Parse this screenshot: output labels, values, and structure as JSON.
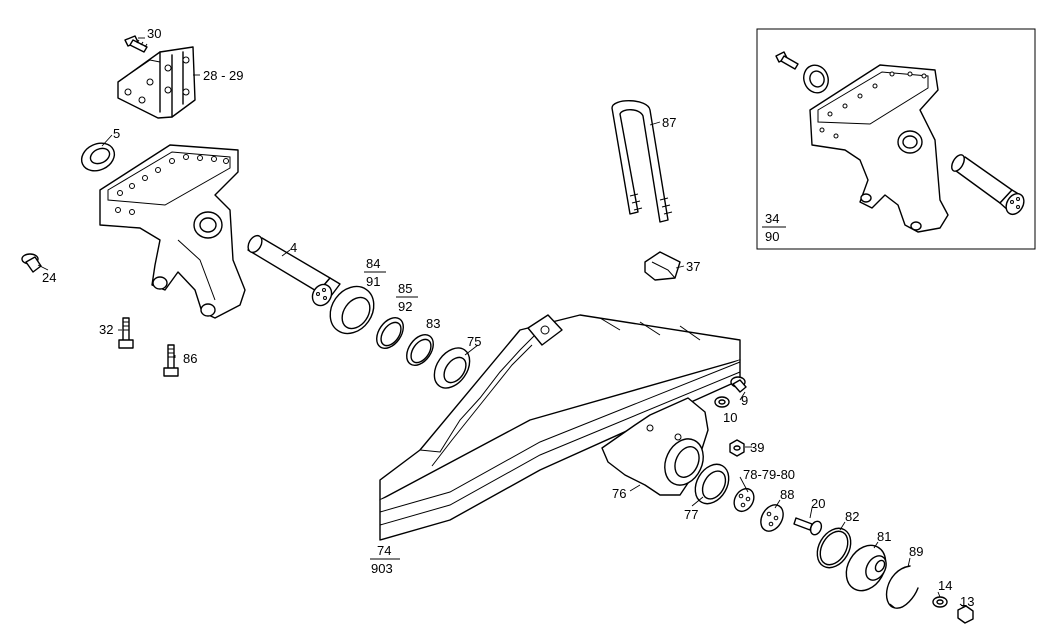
{
  "labels": {
    "p30": "30",
    "p28_29": "28 - 29",
    "p5": "5",
    "p24": "24",
    "p4": "4",
    "p84": "84",
    "p91": "91",
    "p85": "85",
    "p92": "92",
    "p83": "83",
    "p75": "75",
    "p32": "32",
    "p86": "86",
    "p87": "87",
    "p37": "37",
    "p34": "34",
    "p90": "90",
    "p9": "9",
    "p10": "10",
    "p39": "39",
    "p78_79_80": "78-79-80",
    "p76": "76",
    "p77": "77",
    "p88": "88",
    "p20": "20",
    "p82": "82",
    "p81": "81",
    "p89": "89",
    "p14": "14",
    "p13": "13",
    "p74": "74",
    "p903": "903"
  }
}
